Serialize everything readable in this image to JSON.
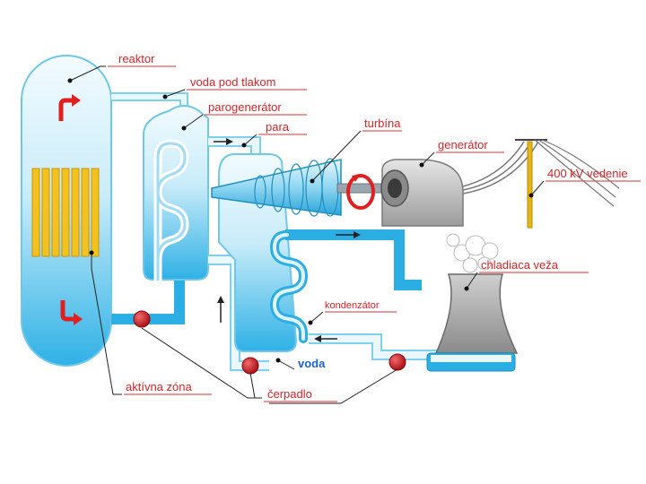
{
  "labels": {
    "reactor": "reaktor",
    "pressurized_water": "voda pod tlakom",
    "steam_generator": "parogenerátor",
    "steam": "para",
    "turbine": "turbína",
    "generator": "generátor",
    "power_line": "400 kV vedenie",
    "cooling_tower": "chladiaca veža",
    "condenser": "kondenzátor",
    "water": "voda",
    "core": "aktívna zóna",
    "pump": "čerpadlo"
  },
  "colors": {
    "label": "#d6232a",
    "water_label": "#1e63c9",
    "water_light": "#dff3fb",
    "water_dark": "#35b6e6",
    "pipe": "#29aee4",
    "pump": "#c8151b",
    "fuel_rod": "#f3c21e",
    "generator_body": "#bfbfbf"
  }
}
